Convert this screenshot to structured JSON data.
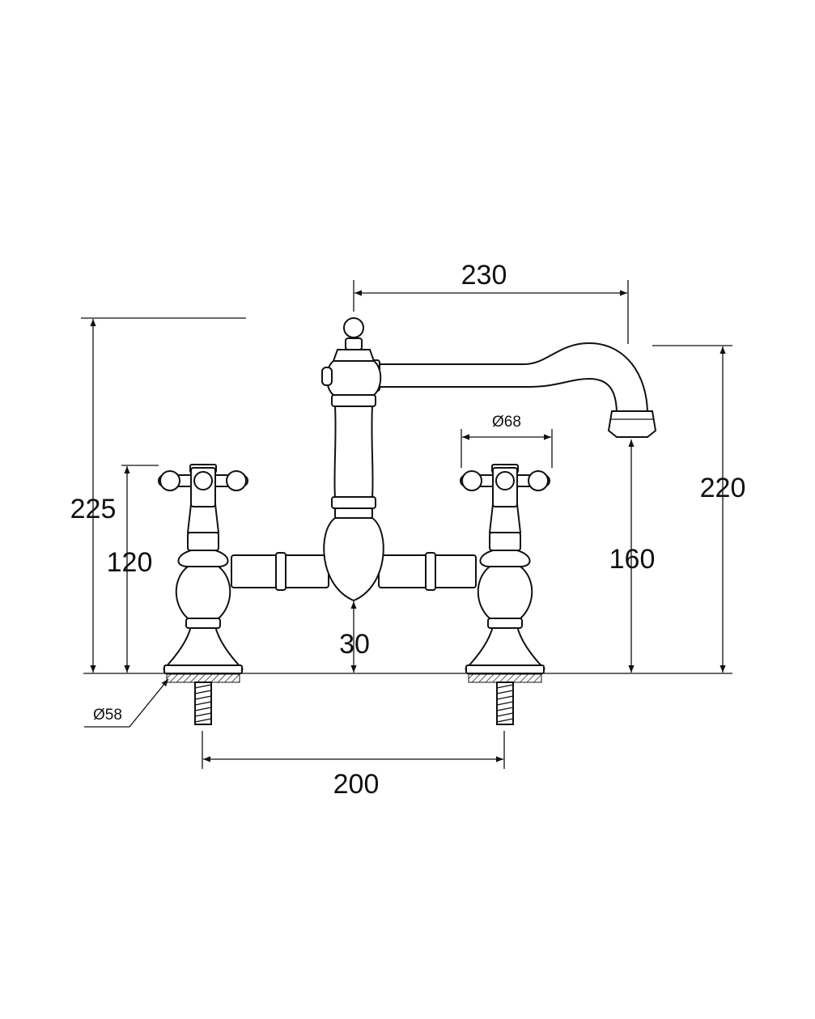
{
  "dimensions": {
    "spout_reach": "230",
    "overall_height": "225",
    "spout_height": "220",
    "handle_height": "120",
    "spout_clearance": "160",
    "bridge_height": "30",
    "handle_diameter": "Ø68",
    "base_diameter": "Ø58",
    "centres": "200"
  },
  "colors": {
    "line": "#111111",
    "background": "#ffffff"
  }
}
